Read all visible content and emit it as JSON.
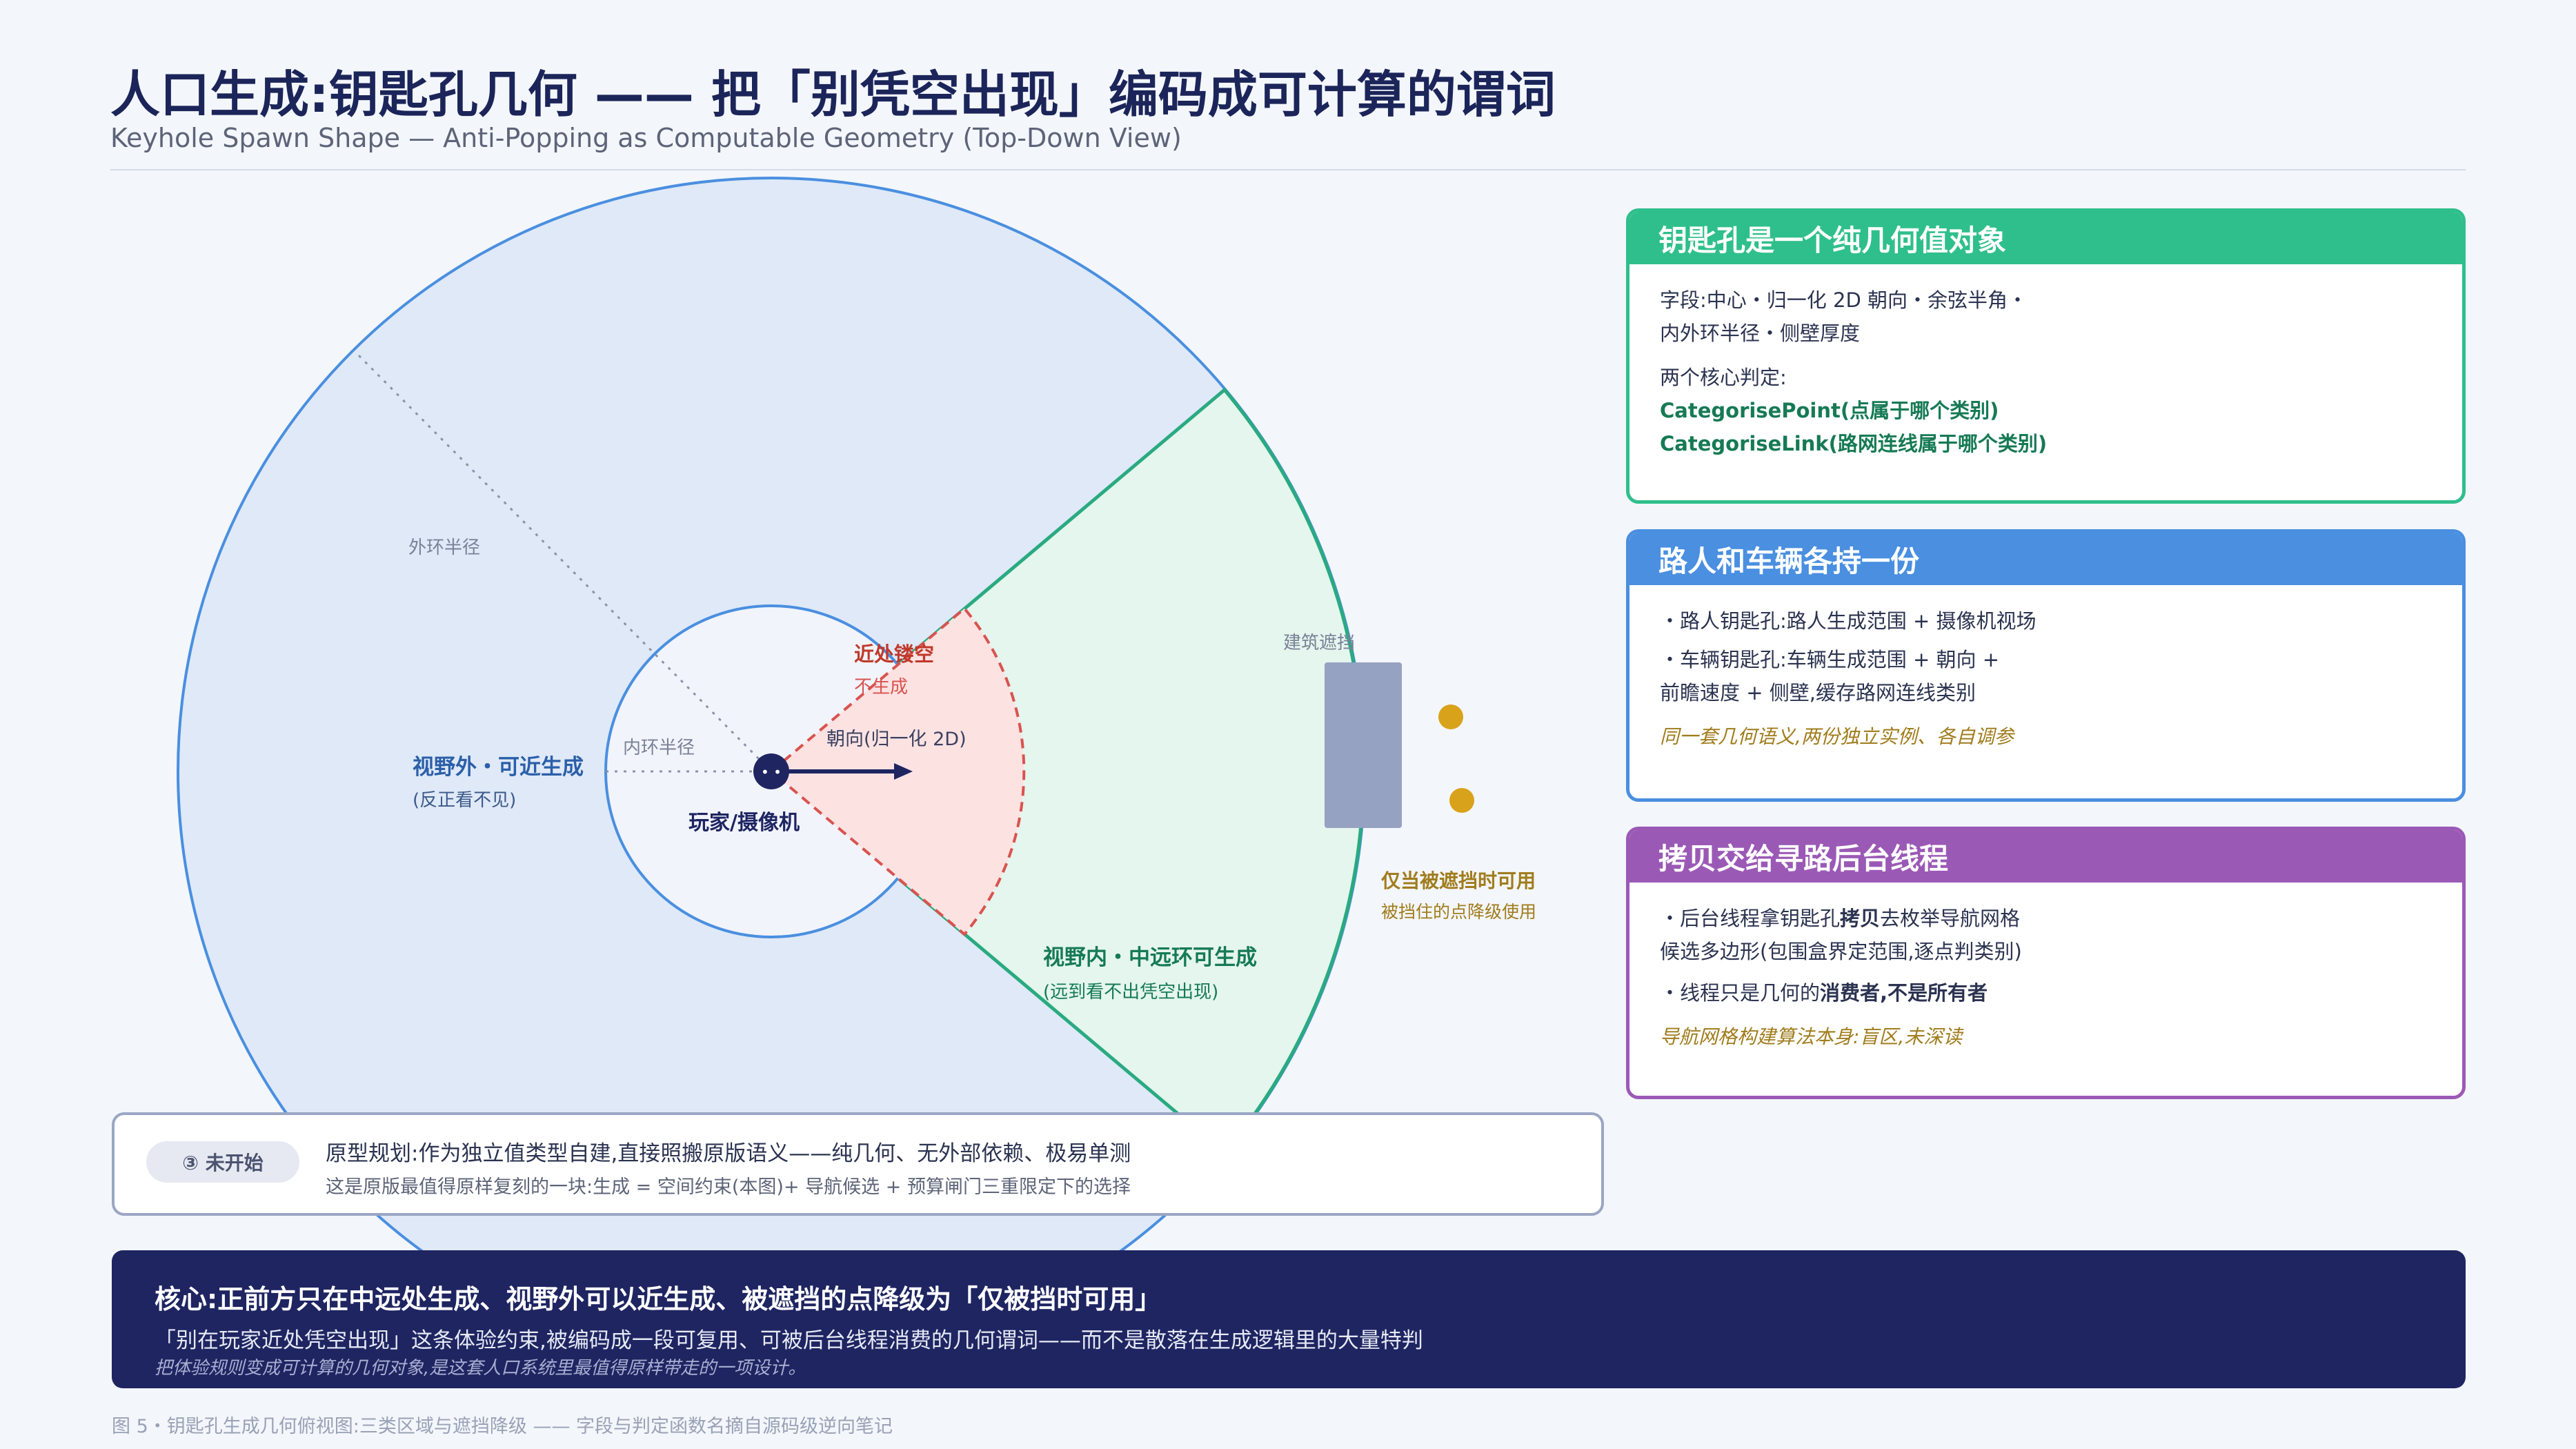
{
  "title": "人口生成:钥匙孔几何 —— 把「别凭空出现」编码成可计算的谓词",
  "subtitle": "Keyhole Spawn Shape — Anti-Popping as Computable Geometry (Top-Down View)",
  "diagram": {
    "outer_radius_label": "外环半径",
    "inner_radius_label": "内环半径",
    "near_hollow_label": "近处镂空",
    "near_hollow_sub": "不生成",
    "direction_label": "朝向(归一化 2D)",
    "player_label": "玩家/摄像机",
    "outside_view_label": "视野外・可近生成",
    "outside_view_sub": "(反正看不见)",
    "inside_view_label": "视野内・中远环可生成",
    "inside_view_sub": "(远到看不出凭空出现)",
    "building_label": "建筑遮挡",
    "occluded_label": "仅当被遮挡时可用",
    "occluded_sub": "被挡住的点降级使用"
  },
  "cards": [
    {
      "title": "钥匙孔是一个纯几何值对象",
      "lines": [
        "字段:中心・归一化 2D 朝向・余弦半角・",
        "内外环半径・侧壁厚度"
      ],
      "lines2": [
        "两个核心判定:"
      ],
      "code": [
        "CategorisePoint(点属于哪个类别)",
        "CategoriseLink(路网连线属于哪个类别)"
      ]
    },
    {
      "title": "路人和车辆各持一份",
      "lines": [
        "・路人钥匙孔:路人生成范围 + 摄像机视场"
      ],
      "lines2": [
        "・车辆钥匙孔:车辆生成范围 + 朝向 +",
        "前瞻速度 + 侧壁,缓存路网连线类别"
      ],
      "note": "同一套几何语义,两份独立实例、各自调参"
    },
    {
      "title": "拷贝交给寻路后台线程",
      "l1_pre": "・后台线程拿钥匙孔",
      "l1_bold": "拷贝",
      "l1_post": "去枚举导航网格",
      "l2": "候选多边形(包围盒界定范围,逐点判类别)",
      "l3_pre": "・线程只是几何的",
      "l3_bold": "消费者,不是所有者",
      "note": "导航网格构建算法本身:盲区,未深读"
    }
  ],
  "status": {
    "pill": "③ 未开始",
    "line1": "原型规划:作为独立值类型自建,直接照搬原版语义——纯几何、无外部依赖、极易单测",
    "line2": "这是原版最值得原样复刻的一块:生成 = 空间约束(本图)+ 导航候选 + 预算闸门三重限定下的选择"
  },
  "core": {
    "heading": "核心:正前方只在中远处生成、视野外可以近生成、被遮挡的点降级为「仅被挡时可用」",
    "line1": "「别在玩家近处凭空出现」这条体验约束,被编码成一段可复用、可被后台线程消费的几何谓词——而不是散落在生成逻辑里的大量特判",
    "line2": "把体验规则变成可计算的几何对象,是这套人口系统里最值得原样带走的一项设计。"
  },
  "caption": "图 5・钥匙孔生成几何俯视图:三类区域与遮挡降级 —— 字段与判定函数名摘自源码级逆向笔记",
  "colors": {
    "outer_fill": "#dfe9f8",
    "outer_stroke": "#4a8fe0",
    "view_fill": "#e4f6ee",
    "view_stroke": "#2aaa80",
    "near_fill": "#fde2e2",
    "near_stroke": "#d9534f",
    "navy": "#1e2561",
    "building": "#95a2c1",
    "occluded_dot": "#d9a21b"
  }
}
